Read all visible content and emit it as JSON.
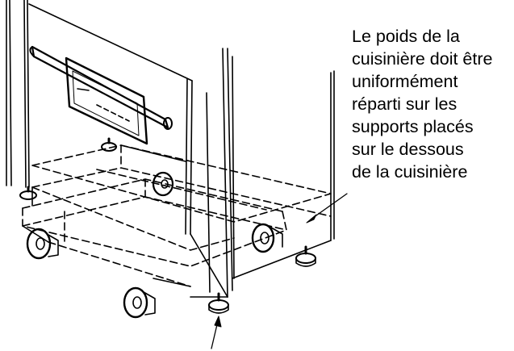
{
  "caption": {
    "lines": [
      "Le poids de la",
      "cuisinière doit être",
      "uniformément",
      "réparti sur les",
      "supports placés",
      "sur le dessous",
      "de la cuisinière"
    ]
  },
  "colors": {
    "ink": "#000000",
    "paper": "#ffffff"
  }
}
